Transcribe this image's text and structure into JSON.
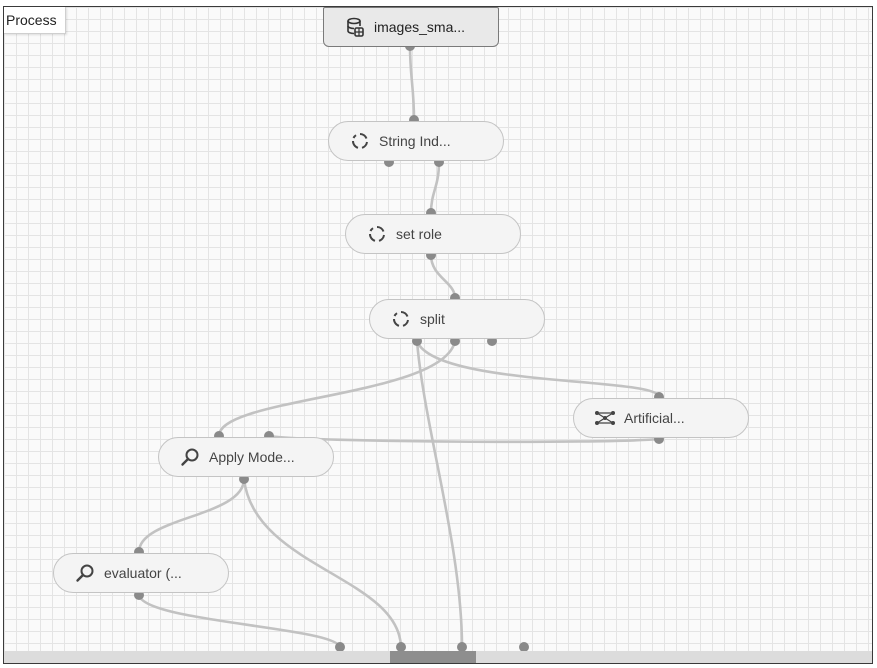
{
  "canvas": {
    "tab_label": "Process"
  },
  "operators": {
    "source": {
      "label": "images_sma...",
      "icon": "database-icon"
    },
    "string_indices": {
      "label": "String Ind...",
      "icon": "cycle-icon"
    },
    "set_role": {
      "label": "set role",
      "icon": "cycle-icon"
    },
    "split": {
      "label": "split",
      "icon": "cycle-icon"
    },
    "artificial": {
      "label": "Artificial...",
      "icon": "neural-net-icon"
    },
    "apply_model": {
      "label": "Apply Mode...",
      "icon": "magnifier-icon"
    },
    "evaluator": {
      "label": "evaluator (...",
      "icon": "magnifier-icon"
    }
  },
  "colors": {
    "wire": "#c2c2c2",
    "port": "#8a8a8a",
    "node_bg": "#f4f4f4",
    "grid": "#e4e4e4"
  }
}
